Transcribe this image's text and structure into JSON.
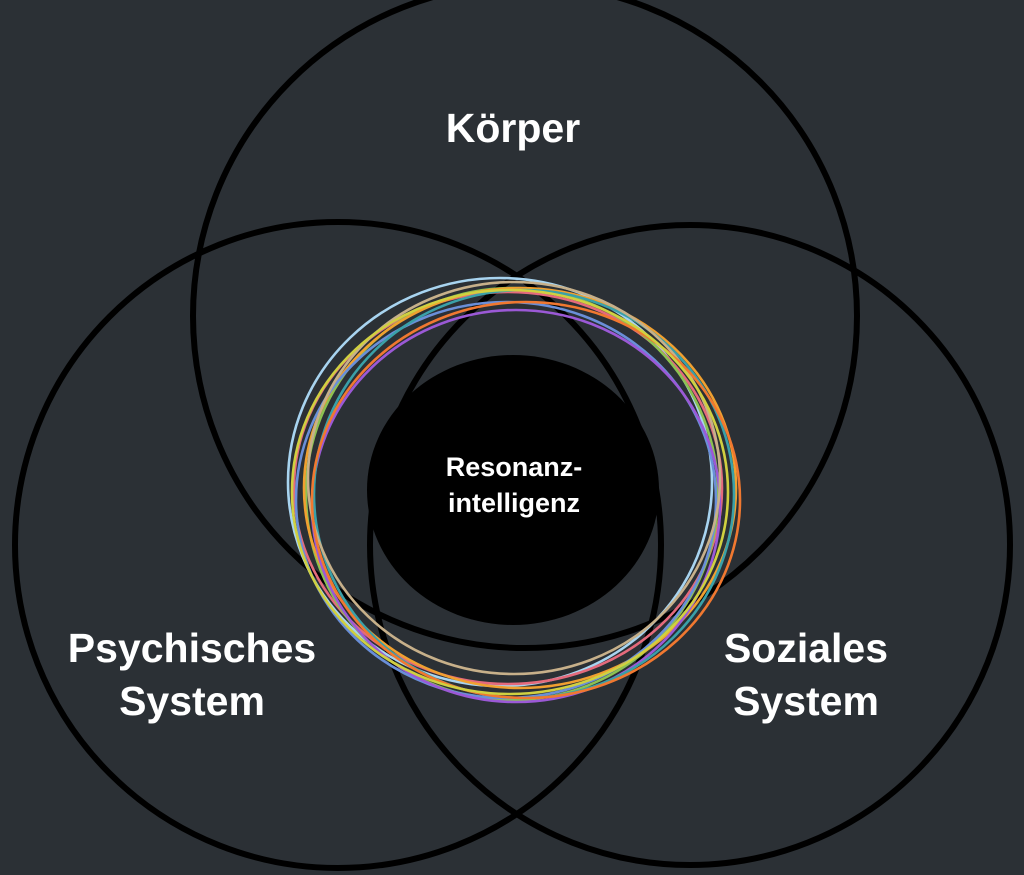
{
  "sets": {
    "top": {
      "label": "Körper"
    },
    "left": {
      "line1": "Psychisches",
      "line2": "System"
    },
    "right": {
      "line1": "Soziales",
      "line2": "System"
    }
  },
  "center": {
    "line1": "Resonanz-",
    "line2": "intelligenz"
  },
  "colors": {
    "background": "#2b3035",
    "outline": "#000000",
    "center_fill": "#000000",
    "text": "#ffffff",
    "rings": [
      "#a8d4f0",
      "#e46a7c",
      "#8cc152",
      "#f0a030",
      "#6a8fd8",
      "#9b59d6",
      "#3aa0a8",
      "#c7b08a",
      "#f07830",
      "#d0d040"
    ]
  }
}
